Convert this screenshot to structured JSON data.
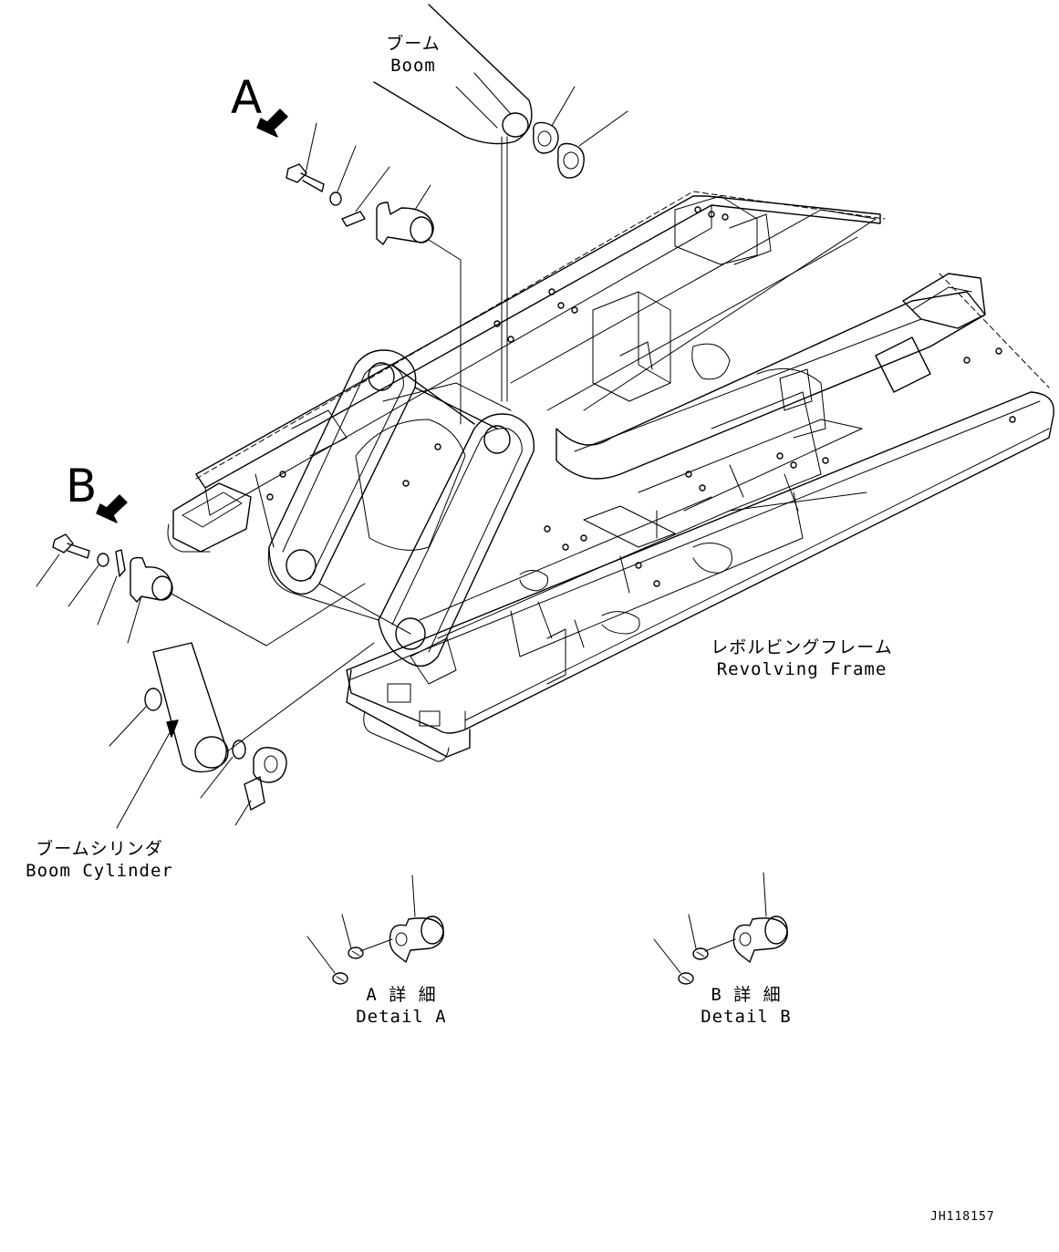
{
  "labels": {
    "boom_jp": "ブーム",
    "boom_en": "Boom",
    "frame_jp": "レボルビングフレーム",
    "frame_en": "Revolving Frame",
    "cylinder_jp": "ブームシリンダ",
    "cylinder_en": "Boom Cylinder",
    "detail_a_jp": "A 詳 細",
    "detail_a_en": "Detail A",
    "detail_b_jp": "B 詳 細",
    "detail_b_en": "Detail B",
    "view_a": "A",
    "view_b": "B",
    "drawing_code": "JH118157"
  }
}
